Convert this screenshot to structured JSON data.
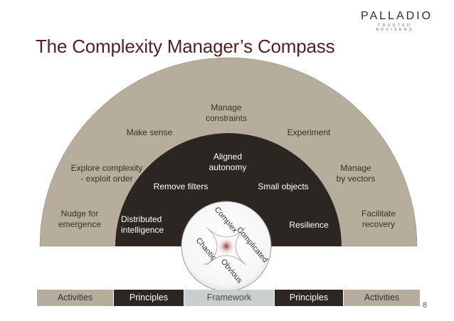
{
  "logo": {
    "main": "PALLADIO",
    "sub": "TRUSTED ADVISERS"
  },
  "title": "The Complexity Manager’s Compass",
  "outer_labels": {
    "manage_constraints": "Manage\nconstraints",
    "make_sense": "Make sense",
    "experiment": "Experiment",
    "explore_complexity": "Explore complexity\n- exploit order",
    "manage_by_vectors": "Manage\nby vectors",
    "nudge_for_emergence": "Nudge for\nemergence",
    "facilitate_recovery": "Facilitate\nrecovery"
  },
  "inner_labels": {
    "aligned_autonomy": "Aligned\nautonomy",
    "remove_filters": "Remove filters",
    "small_objects": "Small objects",
    "distributed_intelligence": "Distributed\nintelligence",
    "resilience": "Resilience"
  },
  "framework_domains": {
    "complex": "Complex",
    "complicated": "Complicated",
    "chaotic": "Chaotic",
    "obvious": "Obvious"
  },
  "bottom_bar": [
    {
      "label": "Activities"
    },
    {
      "label": "Principles"
    },
    {
      "label": "Framework"
    },
    {
      "label": "Principles"
    },
    {
      "label": "Activities"
    }
  ],
  "page_number": "8",
  "colors": {
    "outer_ring": "#b7ad9c",
    "inner_ring": "#2b2622",
    "framework_bar": "#c8d0cf",
    "title": "#5a1c1c",
    "accent": "#8b1a1a"
  }
}
